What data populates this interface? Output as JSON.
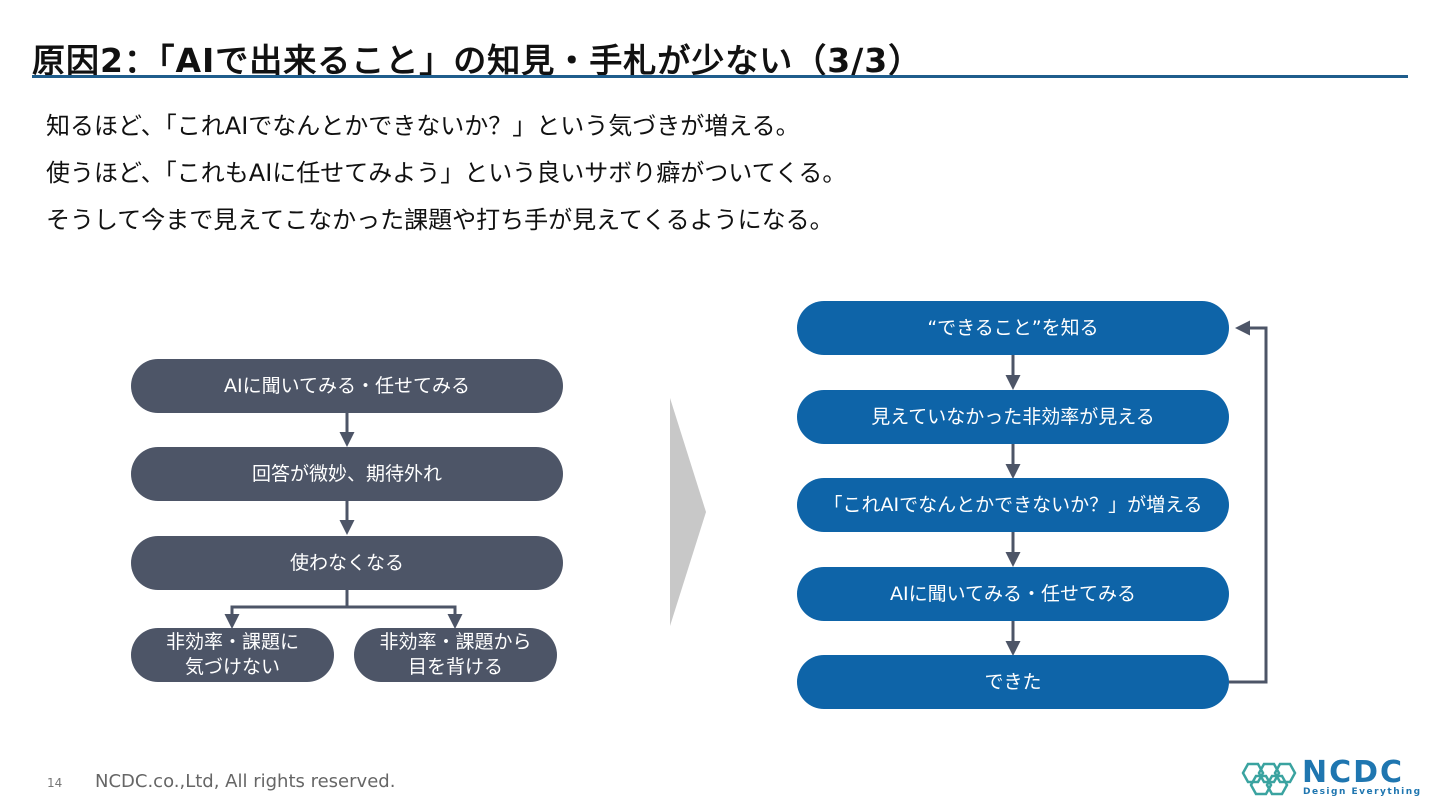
{
  "title": "原因2：「AIで出来ること」の知見・手札が少ない（3/3）",
  "body_lines": [
    "知るほど、「これAIでなんとかできないか？」という気づきが増える。",
    "使うほど、「これもAIに任せてみよう」という良いサボり癖がついてくる。",
    "そうして今まで見えてこなかった課題や打ち手が見えてくるようになる。"
  ],
  "left_flow": {
    "step1": "AIに聞いてみる・任せてみる",
    "step2": "回答が微妙、期待外れ",
    "step3": "使わなくなる",
    "branch_a_line1": "非効率・課題に",
    "branch_a_line2": "気づけない",
    "branch_b_line1": "非効率・課題から",
    "branch_b_line2": "目を背ける"
  },
  "right_flow": {
    "step1": "“できること”を知る",
    "step2": "見えていなかった非効率が見える",
    "step3": "「これAIでなんとかできないか？」が増える",
    "step4": "AIに聞いてみる・任せてみる",
    "step5": "できた"
  },
  "footer": {
    "page_number": "14",
    "copyright": "NCDC.co.,Ltd, All rights reserved."
  },
  "logo": {
    "name": "NCDC",
    "tagline": "Design Everything"
  },
  "colors": {
    "title_rule": "#1f5d8c",
    "left_pill": "#4d5567",
    "right_pill": "#0e64a8",
    "chevron": "#c8c8c8",
    "connector": "#4d5567"
  }
}
